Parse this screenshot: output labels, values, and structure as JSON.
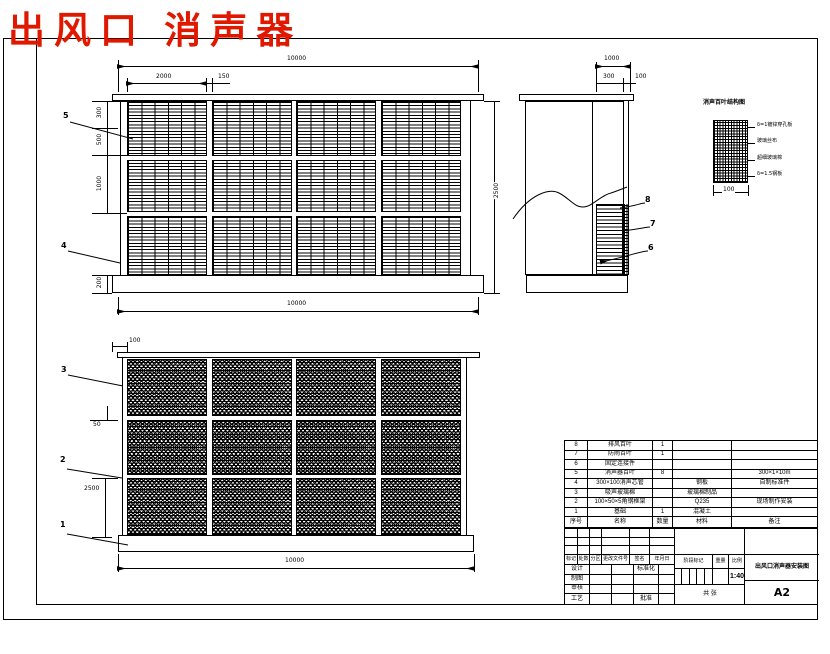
{
  "page_title": "出风口 消声器",
  "colors": {
    "title_red": "#e01800",
    "line": "#000000",
    "paper": "#ffffff"
  },
  "views": {
    "top_view": {
      "dims": {
        "total_width": "10000",
        "panel_width": "2000",
        "mullion": "150",
        "left_a": "300",
        "left_b": "500",
        "left_c": "1000",
        "left_d": "200",
        "height": "2500",
        "bottom_total": "10000"
      },
      "callouts": [
        "5",
        "4"
      ]
    },
    "side_view": {
      "dims": {
        "depth": "1000",
        "inner": "300",
        "outer": "100"
      },
      "callouts": [
        "8",
        "7",
        "6"
      ]
    },
    "detail_view": {
      "title": "消声百叶结构图",
      "dim_width": "100",
      "labels": [
        "δ=1镀锌穿孔板",
        "玻璃丝布",
        "超细玻璃棉",
        "δ=1.5钢板"
      ]
    },
    "bottom_view": {
      "dims": {
        "edge": "100",
        "gap": "50",
        "row_height": "2500",
        "total_width": "10000"
      },
      "callouts": [
        "3",
        "2",
        "1"
      ]
    }
  },
  "bom": {
    "headers": {
      "no": "序号",
      "name": "名称",
      "qty": "数量",
      "material": "材料",
      "remark": "备注"
    },
    "rows": [
      {
        "no": "8",
        "name": "排风百叶",
        "qty": "1",
        "material": "",
        "remark": ""
      },
      {
        "no": "7",
        "name": "防雨百叶",
        "qty": "1",
        "material": "",
        "remark": ""
      },
      {
        "no": "6",
        "name": "固定连接件",
        "qty": "",
        "material": "",
        "remark": ""
      },
      {
        "no": "5",
        "name": "消声器百叶",
        "qty": "8",
        "material": "",
        "remark": "300×1×10m"
      },
      {
        "no": "4",
        "name": "300×100消声芯管",
        "qty": "",
        "material": "钢板",
        "remark": "自制标准件"
      },
      {
        "no": "3",
        "name": "吸声玻璃棉",
        "qty": "",
        "material": "玻璃棉制品",
        "remark": ""
      },
      {
        "no": "2",
        "name": "100×50×5角钢框架",
        "qty": "",
        "material": "Q235",
        "remark": "现场制作安装"
      },
      {
        "no": "1",
        "name": "基础",
        "qty": "1",
        "material": "混凝土",
        "remark": ""
      }
    ]
  },
  "title_block": {
    "revision_headers": [
      "标记",
      "处数",
      "分区",
      "更改文件号",
      "签名",
      "年月日"
    ],
    "sign_rows": [
      {
        "label": "设计",
        "extra": "标准化"
      },
      {
        "label": "制图",
        "extra": ""
      },
      {
        "label": "审核",
        "extra": ""
      },
      {
        "label": "工艺",
        "extra": "批准"
      }
    ],
    "stage_label": "阶段标记",
    "weight_label": "重量",
    "scale_label": "比例",
    "scale_value": "1:40",
    "sheet_note": "共 张",
    "drawing_title": "出风口消声器安装图",
    "sheet_size": "A2"
  }
}
